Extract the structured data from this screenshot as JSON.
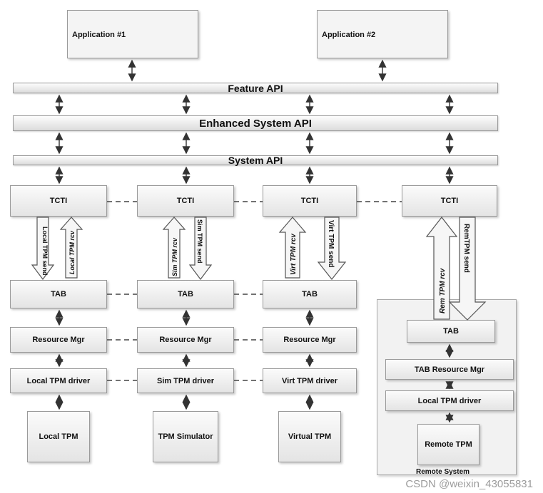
{
  "applications": [
    "Application #1",
    "Application #2"
  ],
  "apis": {
    "feature": "Feature API",
    "enhanced_system": "Enhanced System API",
    "system": "System API"
  },
  "stacks": [
    {
      "tcti": "TCTI",
      "tab": "TAB",
      "resource_mgr": "Resource Mgr",
      "driver": "Local TPM driver",
      "device": "Local TPM",
      "send": "Local TPM send",
      "rcv": "Local TPM rcv"
    },
    {
      "tcti": "TCTI",
      "tab": "TAB",
      "resource_mgr": "Resource Mgr",
      "driver": "Sim TPM driver",
      "device": "TPM Simulator",
      "send": "Sim TPM send",
      "rcv": "Sim TPM rcv"
    },
    {
      "tcti": "TCTI",
      "tab": "TAB",
      "resource_mgr": "Resource Mgr",
      "driver": "Virt TPM driver",
      "device": "Virtual TPM",
      "send": "Virt TPM send",
      "rcv": "Virt TPM rcv"
    }
  ],
  "remote": {
    "tcti": "TCTI",
    "tab": "TAB",
    "tab_resource_mgr": "TAB Resource Mgr",
    "driver": "Local TPM driver",
    "device": "Remote TPM",
    "system_label": "Remote System",
    "send": "RemTPM send",
    "rcv": "Rem TPM rcv"
  },
  "watermark": "CSDN @weixin_43055831"
}
